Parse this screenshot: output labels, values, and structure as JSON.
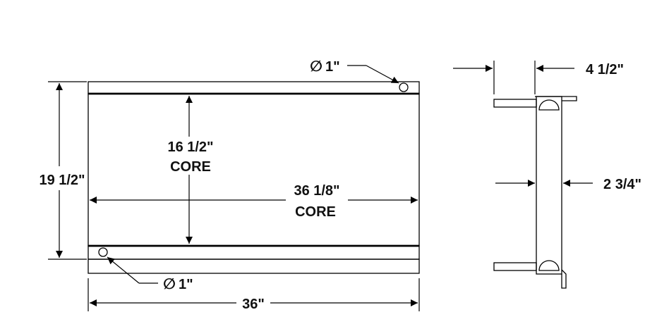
{
  "diagram": {
    "front_view": {
      "overall_width": "36\"",
      "overall_height": "19 1/2\"",
      "core_height": "16 1/2\"",
      "core_height_note": "CORE",
      "core_width": "36 1/8\"",
      "core_width_note": "CORE",
      "top_port": {
        "symbol": "∅",
        "size": "1\""
      },
      "bottom_port": {
        "symbol": "∅",
        "size": "1\""
      }
    },
    "side_view": {
      "overall_depth": "4 1/2\"",
      "core_depth": "2 3/4\""
    }
  },
  "colors": {
    "line": "#000000",
    "background": "#ffffff"
  }
}
